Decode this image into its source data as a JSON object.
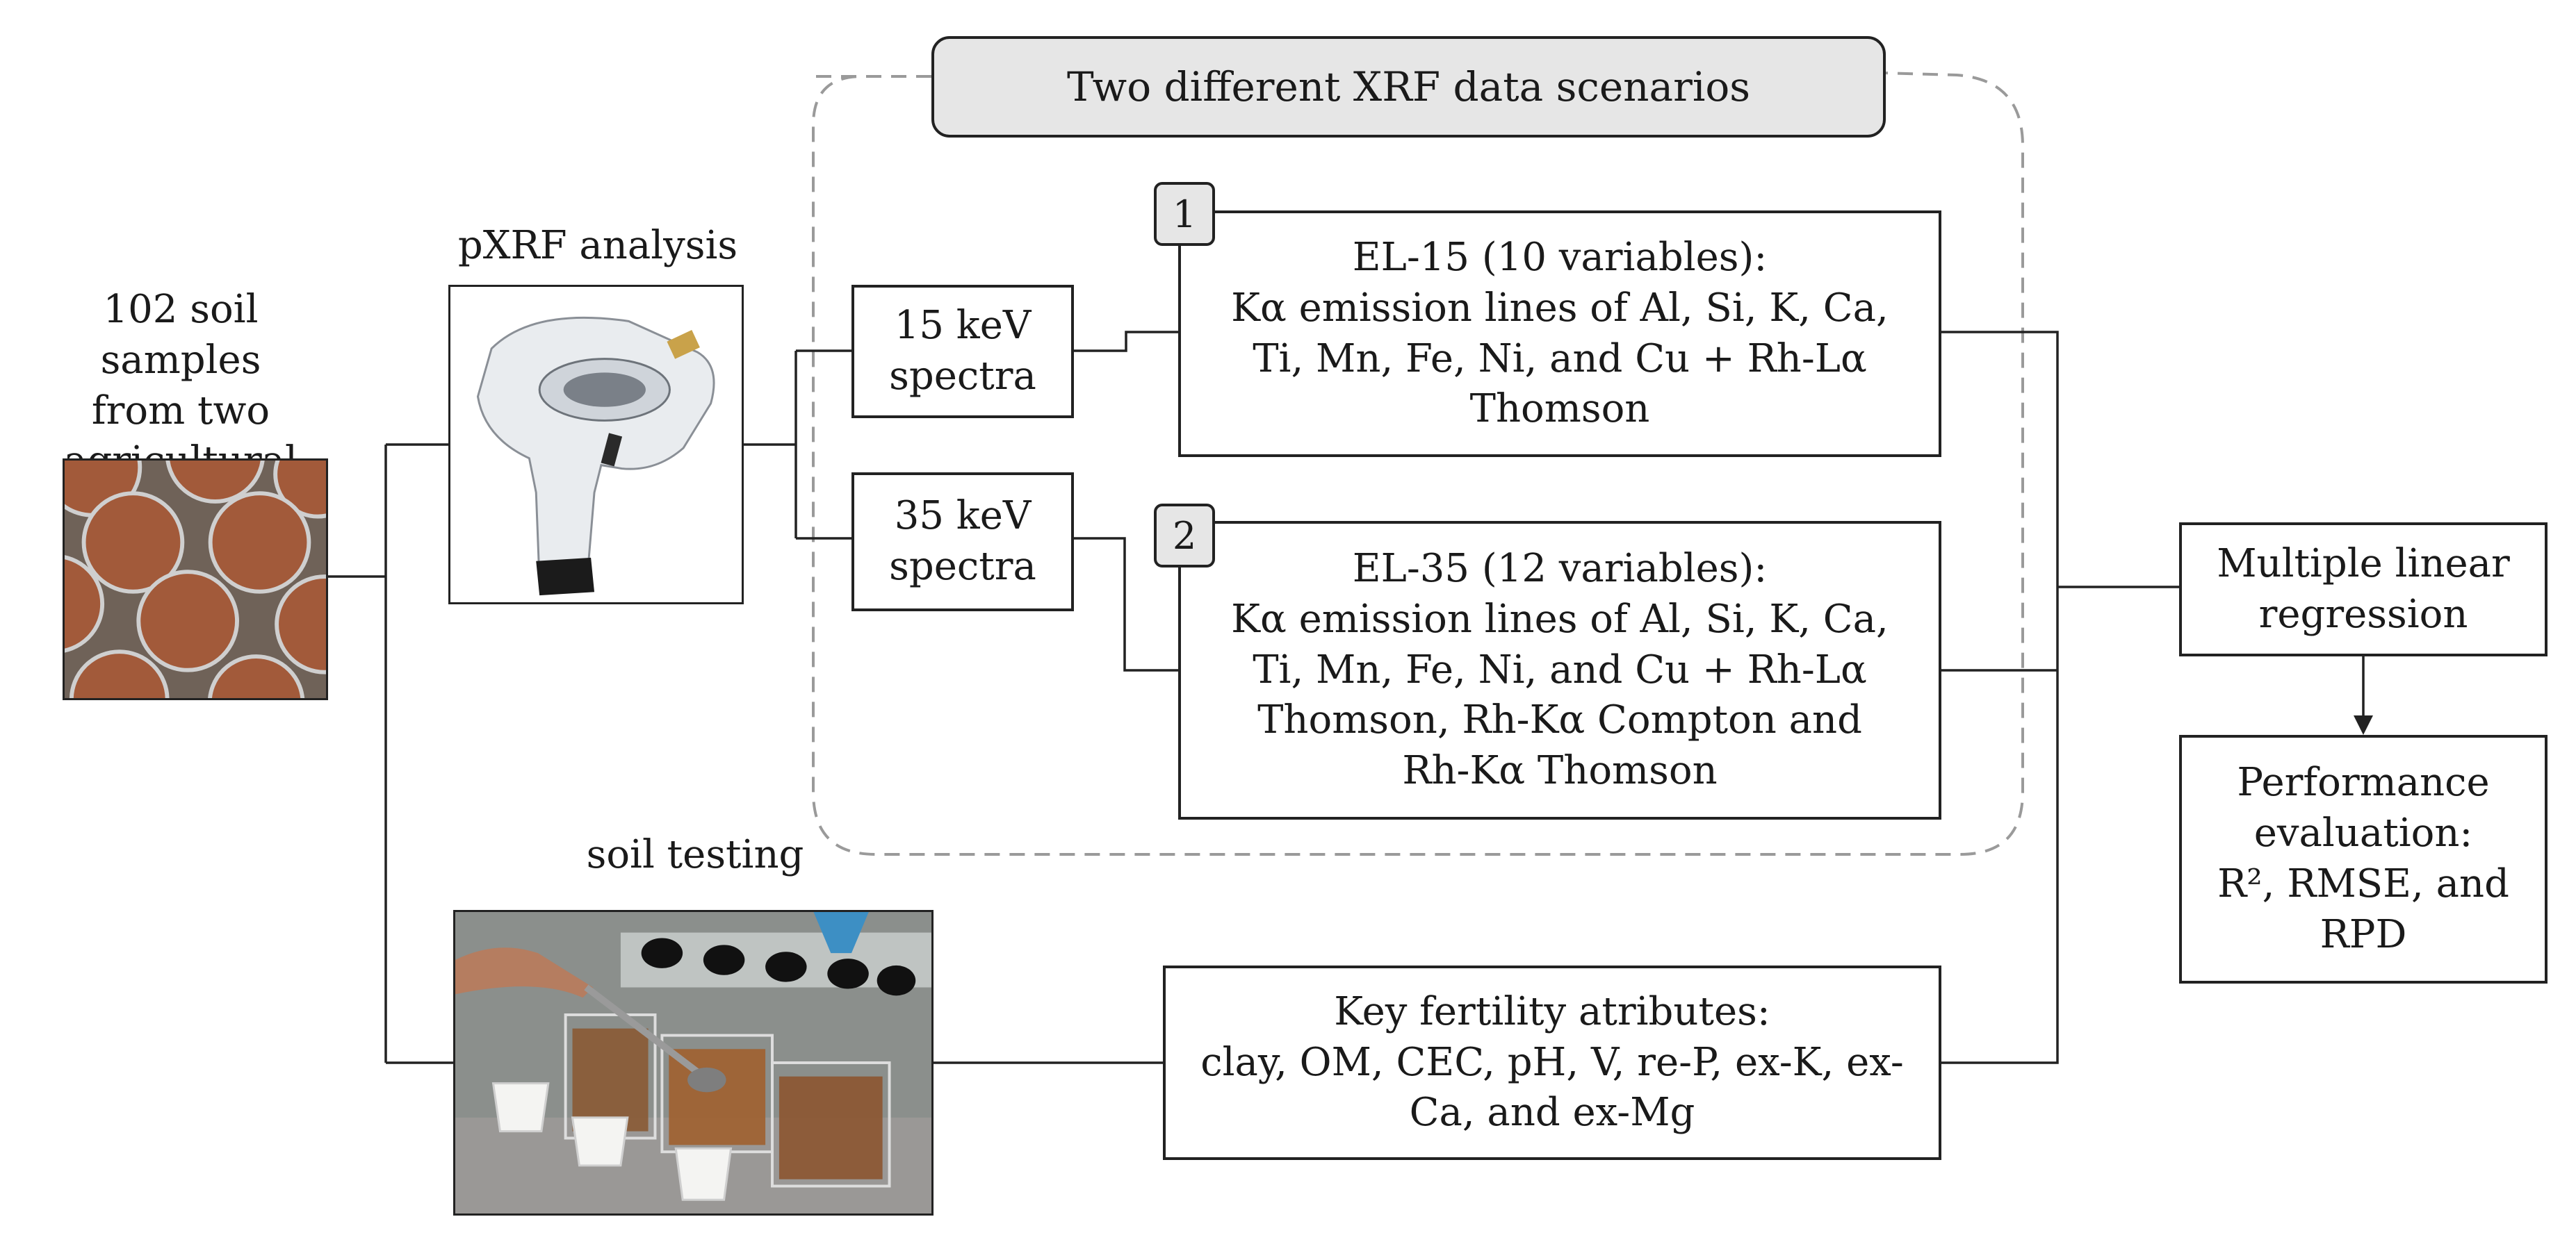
{
  "scenario_group": {
    "title": "Two different XRF data scenarios"
  },
  "samples": {
    "label_lines": [
      "102 soil samples",
      "from two",
      "agricultural fields"
    ],
    "image_icon": "soil-sample-cups-photo"
  },
  "pxrf": {
    "label": "pXRF analysis",
    "image_icon": "handheld-xrf-device-photo"
  },
  "soil_testing": {
    "label": "soil testing",
    "image_icon": "lab-soil-testing-photo"
  },
  "spectra_15": {
    "lines": [
      "15 keV",
      "spectra"
    ]
  },
  "spectra_35": {
    "lines": [
      "35 keV",
      "spectra"
    ]
  },
  "scenario_1": {
    "badge": "1",
    "lines": [
      "EL-15 (10 variables):",
      "Kα emission lines of Al, Si, K, Ca,",
      "Ti, Mn, Fe, Ni, and Cu + Rh-Lα",
      "Thomson"
    ]
  },
  "scenario_2": {
    "badge": "2",
    "lines": [
      "EL-35 (12 variables):",
      "Kα emission lines of Al, Si, K, Ca,",
      "Ti, Mn, Fe, Ni, and Cu +  Rh-Lα",
      "Thomson, Rh-Kα Compton and",
      "Rh-Kα Thomson"
    ]
  },
  "fertility": {
    "lines": [
      "Key fertility atributes:",
      "clay, OM, CEC, pH, V, re-P, ex-K, ex-",
      "Ca, and ex-Mg"
    ]
  },
  "mlr": {
    "lines": [
      "Multiple linear",
      "regression"
    ]
  },
  "performance": {
    "lines": [
      "Performance",
      "evaluation:",
      "R², RMSE, and",
      "RPD"
    ]
  },
  "colors": {
    "badge_fill": "#e6e6e6",
    "dashed_group": "#9a9a9a",
    "line": "#222222"
  }
}
